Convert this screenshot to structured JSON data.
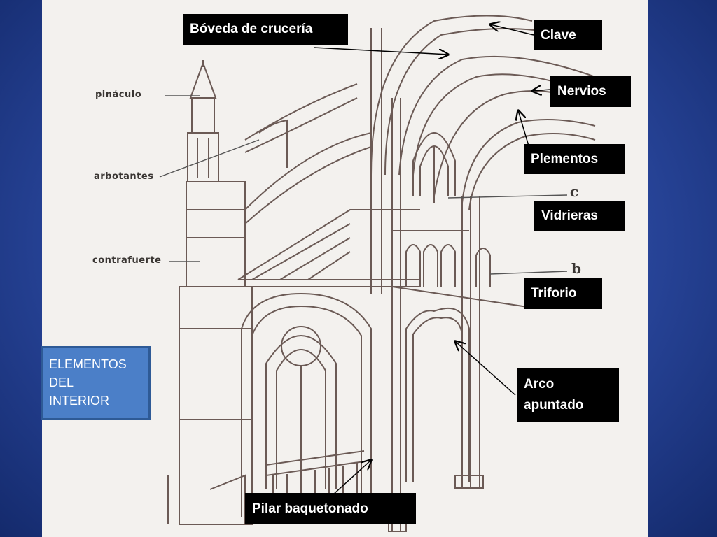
{
  "section_title_lines": [
    "ELEMENTOS",
    "DEL",
    "INTERIOR"
  ],
  "labels": {
    "boveda": "Bóveda de crucería",
    "clave": "Clave",
    "nervios": "Nervios",
    "plementos": "Plementos",
    "vidrieras": "Vidrieras",
    "triforio": "Triforio",
    "arco_line1": "Arco",
    "arco_line2": "apuntado",
    "pilar": "Pilar baquetonado"
  },
  "drawing_labels": {
    "pinaculo": "pináculo",
    "arbotantes": "arbotantes",
    "contrafuerte": "contrafuerte",
    "letter_c": "c",
    "letter_b": "b"
  },
  "colors": {
    "background_blue": "#28459a",
    "label_bg": "#000000",
    "label_text": "#ffffff",
    "section_box": "#4b7fc8",
    "paper": "#f3f1ee",
    "ink": "#6b5a55"
  }
}
